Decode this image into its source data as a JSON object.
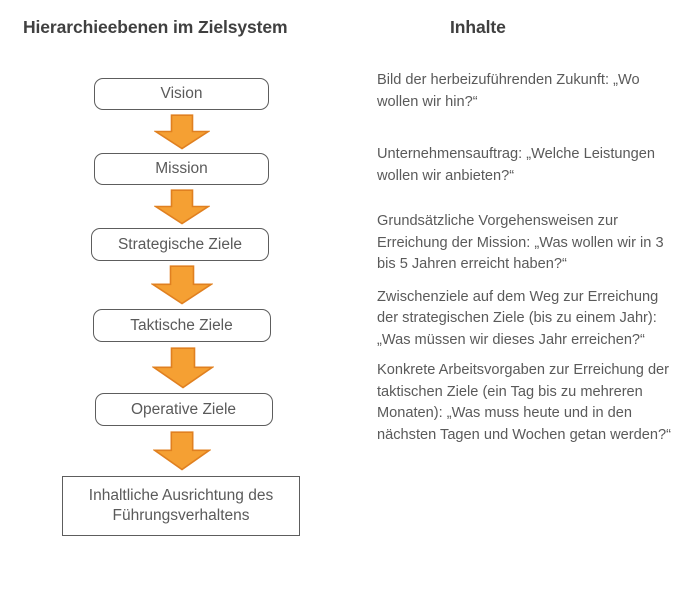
{
  "headings": {
    "left": "Hierarchieebenen im Zielsystem",
    "right": "Inhalte"
  },
  "colors": {
    "arrow_fill": "#F5A033",
    "arrow_stroke": "#E08020",
    "box_border": "#5d5d5d",
    "heading_text": "#404040",
    "body_text": "#5a5a5a",
    "background": "#ffffff"
  },
  "hierarchy": {
    "levels": [
      {
        "label": "Vision"
      },
      {
        "label": "Mission"
      },
      {
        "label": "Strategische Ziele"
      },
      {
        "label": "Taktische Ziele"
      },
      {
        "label": "Operative Ziele"
      },
      {
        "label": "Inhaltliche Ausrichtung des Führungsverhaltens"
      }
    ],
    "arrows": [
      {
        "name": "arrow-vision-to-mission"
      },
      {
        "name": "arrow-mission-to-strategische-ziele"
      },
      {
        "name": "arrow-strategische-to-taktische-ziele"
      },
      {
        "name": "arrow-taktische-to-operative-ziele"
      },
      {
        "name": "arrow-operative-ziele-to-inhaltliche-ausrichtung"
      }
    ]
  },
  "contents": {
    "paragraphs": [
      "Bild der herbeizuführenden Zukunft: „Wo wollen wir hin?“",
      "Unternehmensauftrag: „Welche Leistungen wollen wir anbieten?“",
      "Grundsätzliche Vorgehensweisen zur Erreichung der Mission: „Was wollen wir in 3 bis 5 Jahren erreicht haben?“",
      "Zwischenziele auf dem Weg zur Erreichung der strategischen Ziele (bis zu einem Jahr): „Was müssen wir dieses Jahr erreichen?“",
      "Konkrete Arbeitsvorgaben zur Erreichung der taktischen Ziele (ein Tag bis zu mehreren Monaten): „Was muss heute und in den nächsten Tagen und Wochen getan werden?“"
    ]
  }
}
